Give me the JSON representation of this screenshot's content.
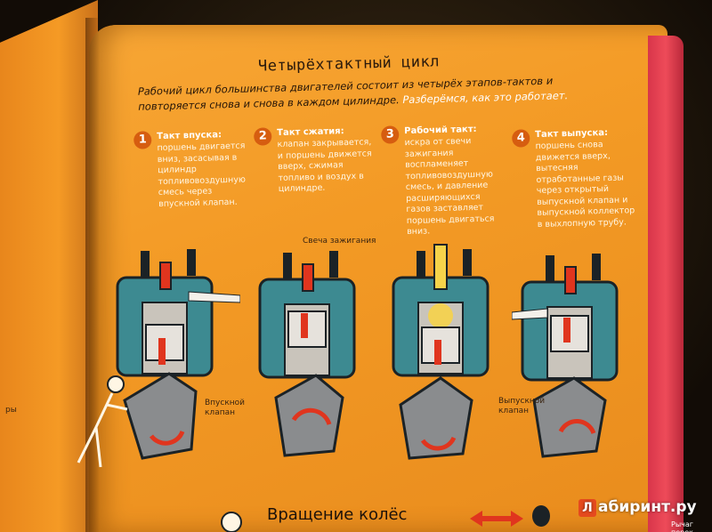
{
  "page": {
    "title": "Четырёхтактный цикл",
    "intro": "Рабочий цикл большинства двигателей состоит из четырёх этапов-тактов и повторяется снова и снова в каждом цилиндре.",
    "intro_highlight": "Разберёмся, как это работает."
  },
  "steps": [
    {
      "num": "1",
      "head": "Такт впуска:",
      "body": "поршень двигается вниз, засасывая в цилиндр топливовоздушную смесь через впускной клапан."
    },
    {
      "num": "2",
      "head": "Такт сжатия:",
      "body": "клапан закрывается, и поршень движется вверх, сжимая топливо и воздух в цилиндре."
    },
    {
      "num": "3",
      "head": "Рабочий такт:",
      "body": "искра от свечи зажигания воспламеняет топливовоздушную смесь, и давление расширяющихся газов заставляет поршень двигаться вниз."
    },
    {
      "num": "4",
      "head": "Такт выпуска:",
      "body": "поршень снова движется вверх, вытесняя отработанные газы через открытый выпускной клапан и выпускной коллектор в выхлопную трубу."
    }
  ],
  "labels": {
    "spark_plug": "Свеча зажигания",
    "intake_valve": "Впускной клапан",
    "exhaust_valve": "Выпускной клапан"
  },
  "bottom": {
    "title": "Вращение колёс",
    "corner_note": "Рычаг перек",
    "watermark_letter": "Л",
    "watermark_text": "абиринт.ру"
  },
  "left_fragment": "ры",
  "colors": {
    "page": "#f39a25",
    "cylinder": "#3d8a91",
    "crank": "#8a8c8e",
    "arrow": "#e0351e",
    "text_white": "#ffffff"
  }
}
